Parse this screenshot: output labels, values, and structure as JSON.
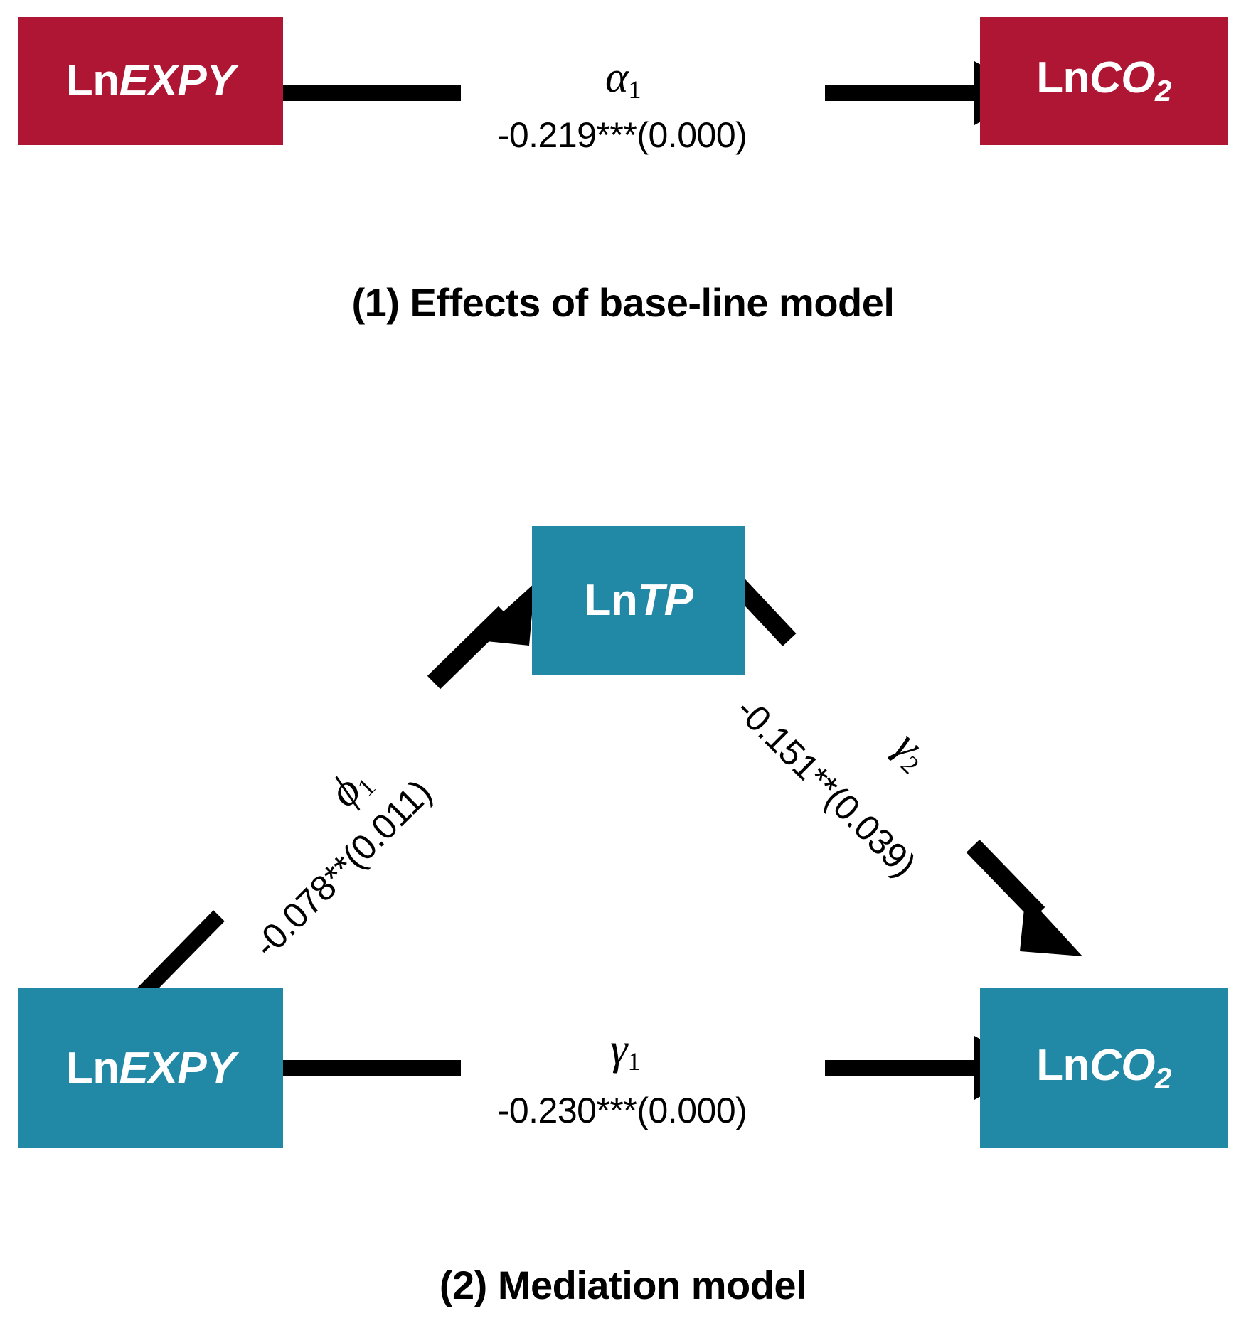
{
  "figure": {
    "type": "path-diagram",
    "background": "#ffffff",
    "panels": [
      {
        "id": "baseline",
        "caption": "(1) Effects of base-line model",
        "node_color": "#AF1634",
        "nodes": [
          {
            "id": "exp",
            "prefix": "Ln",
            "name": "EXPY",
            "sub": ""
          },
          {
            "id": "co2",
            "prefix": "Ln",
            "name": "CO",
            "sub": "2"
          }
        ],
        "edges": [
          {
            "from": "exp",
            "to": "co2",
            "symbol": "α",
            "symbol_sub": "1",
            "coefficient": "-0.219***(0.000)"
          }
        ]
      },
      {
        "id": "mediation",
        "caption": "(2) Mediation model",
        "node_color": "#2189A6",
        "nodes": [
          {
            "id": "tp",
            "prefix": "Ln",
            "name": "TP",
            "sub": ""
          },
          {
            "id": "exp",
            "prefix": "Ln",
            "name": "EXPY",
            "sub": ""
          },
          {
            "id": "co2",
            "prefix": "Ln",
            "name": "CO",
            "sub": "2"
          }
        ],
        "edges": [
          {
            "from": "exp",
            "to": "tp",
            "symbol": "ϕ",
            "symbol_sub": "1",
            "coefficient": "-0.078**(0.011)"
          },
          {
            "from": "tp",
            "to": "co2",
            "symbol": "γ",
            "symbol_sub": "2",
            "coefficient": "-0.151**(0.039)"
          },
          {
            "from": "exp",
            "to": "co2",
            "symbol": "γ",
            "symbol_sub": "1",
            "coefficient": "-0.230***(0.000)"
          }
        ]
      }
    ]
  },
  "colors": {
    "red_node": "#AF1634",
    "teal_node": "#2189A6",
    "arrow": "#000000",
    "node_text": "#ffffff",
    "label_text": "#000000"
  },
  "chart_data": {
    "type": "diagram",
    "title": "Mediation analysis path diagram",
    "panel1": {
      "caption": "(1) Effects of base-line model",
      "paths": [
        {
          "path": "LnEXPY -> LnCO2",
          "symbol": "α1",
          "estimate": -0.219,
          "pvalue": 0.0,
          "stars": "***",
          "label": "-0.219***(0.000)"
        }
      ]
    },
    "panel2": {
      "caption": "(2) Mediation model",
      "paths": [
        {
          "path": "LnEXPY -> LnTP",
          "symbol": "ϕ1",
          "estimate": -0.078,
          "pvalue": 0.011,
          "stars": "**",
          "label": "-0.078**(0.011)"
        },
        {
          "path": "LnTP -> LnCO2",
          "symbol": "γ2",
          "estimate": -0.151,
          "pvalue": 0.039,
          "stars": "**",
          "label": "-0.151**(0.039)"
        },
        {
          "path": "LnEXPY -> LnCO2",
          "symbol": "γ1",
          "estimate": -0.23,
          "pvalue": 0.0,
          "stars": "***",
          "label": "-0.230***(0.000)"
        }
      ]
    }
  },
  "p1": {
    "caption": "(1) Effects of base-line model",
    "node_exp_prefix": "Ln",
    "node_exp_name": "EXPY",
    "node_co2_prefix": "Ln",
    "node_co2_name": "CO",
    "node_co2_sub": "2",
    "alpha_symbol": "α",
    "alpha_sub": "1",
    "alpha_coef": "-0.219***(0.000)"
  },
  "p2": {
    "caption": "(2) Mediation model",
    "node_tp_prefix": "Ln",
    "node_tp_name": "TP",
    "node_exp_prefix": "Ln",
    "node_exp_name": "EXPY",
    "node_co2_prefix": "Ln",
    "node_co2_name": "CO",
    "node_co2_sub": "2",
    "phi_symbol": "ϕ",
    "phi_sub": "1",
    "phi_coef": "-0.078**(0.011)",
    "gamma2_symbol": "γ",
    "gamma2_sub": "2",
    "gamma2_coef": "-0.151**(0.039)",
    "gamma1_symbol": "γ",
    "gamma1_sub": "1",
    "gamma1_coef": "-0.230***(0.000)"
  }
}
